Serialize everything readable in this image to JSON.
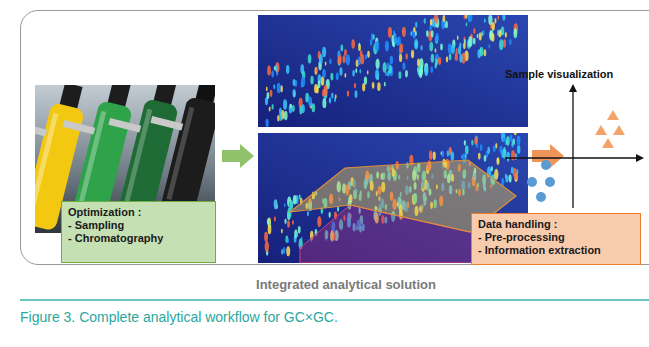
{
  "diagram": {
    "caption": "Figure 3. Complete analytical workflow for GC×GC.",
    "nodes": [
      {
        "text": [
          "Integrated analytical solution"
        ]
      },
      {
        "text": [
          "Optimization :",
          "- Sampling",
          "- Chromatography"
        ],
        "in": 0
      },
      {
        "text": [
          "Data handling :",
          "- Pre-processing",
          "- Information extraction"
        ],
        "in": 0
      }
    ],
    "labels": [
      "Sample visualization"
    ]
  }
}
